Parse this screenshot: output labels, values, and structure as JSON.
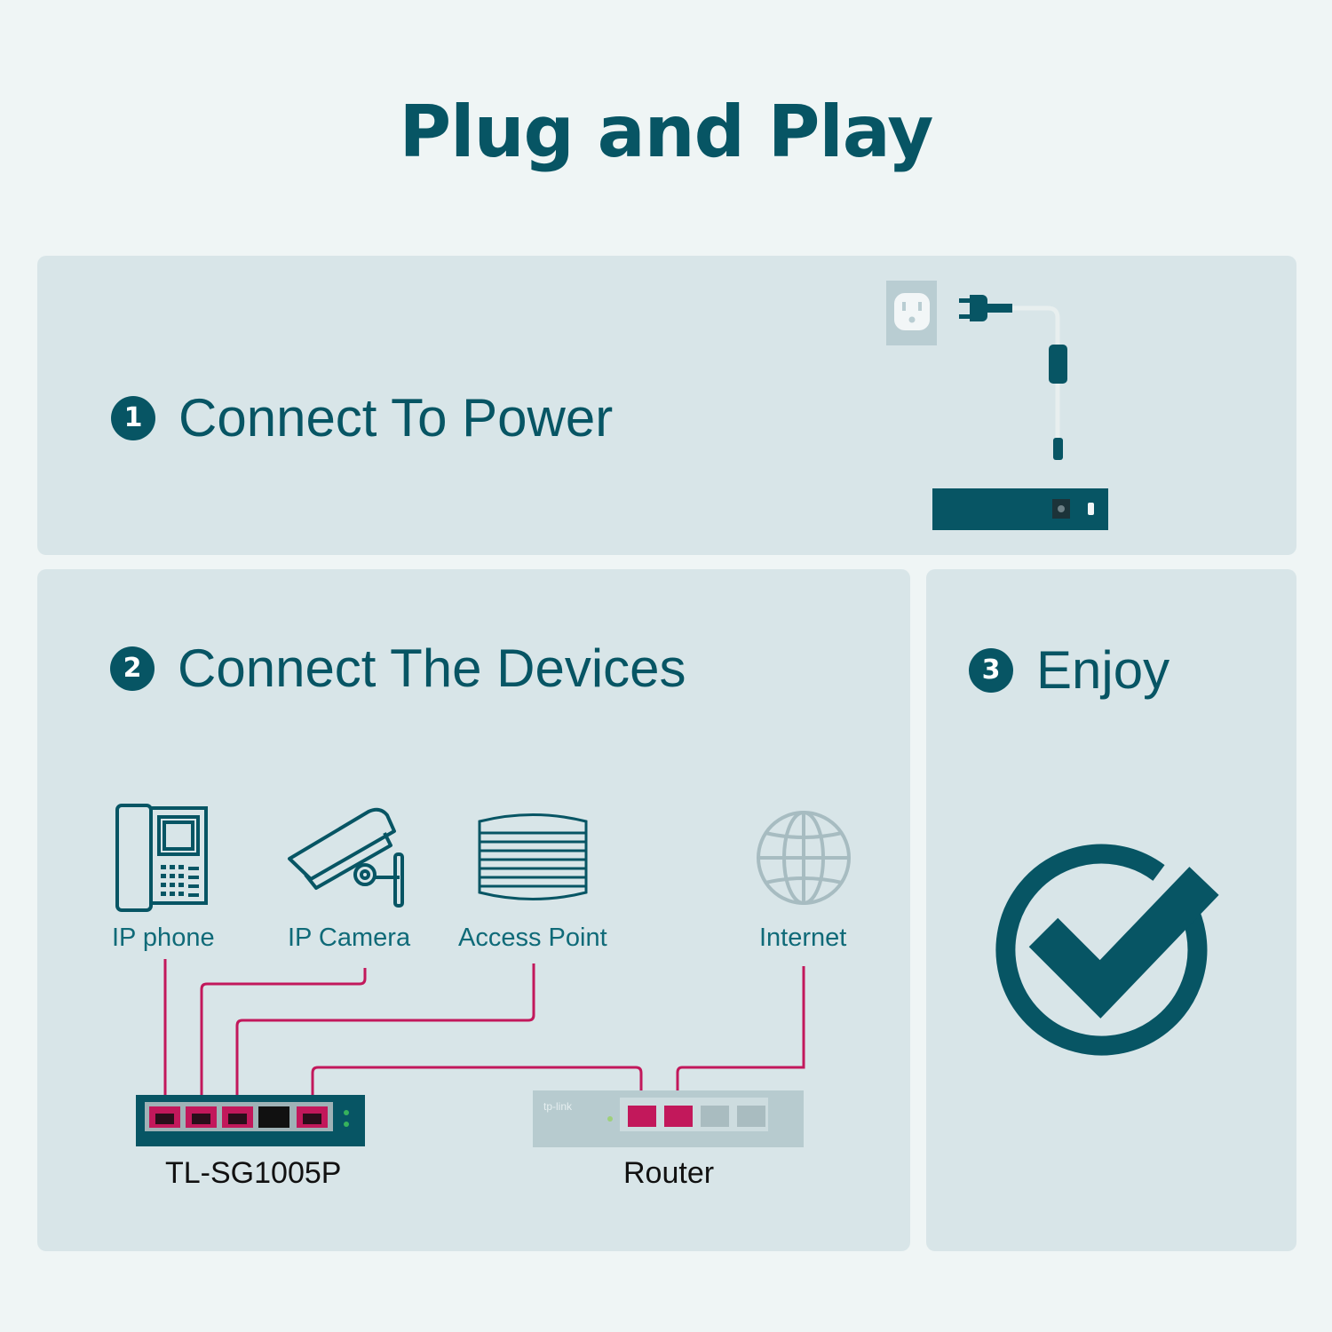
{
  "title": "Plug and Play",
  "steps": [
    {
      "number": "1",
      "label": "Connect To Power"
    },
    {
      "number": "2",
      "label": "Connect The Devices"
    },
    {
      "number": "3",
      "label": "Enjoy"
    }
  ],
  "devices": {
    "ip_phone": "IP phone",
    "ip_camera": "IP Camera",
    "access_point": "Access Point",
    "internet": "Internet"
  },
  "hardware": {
    "switch": "TL-SG1005P",
    "router": "Router",
    "router_brand": "tp-link"
  },
  "colors": {
    "primary": "#075564",
    "panel": "#d8e5e8",
    "background": "#eff5f5",
    "cable": "#c2185b"
  },
  "icons": [
    "power-outlet-icon",
    "power-adapter-icon",
    "ip-phone-icon",
    "ip-camera-icon",
    "access-point-icon",
    "globe-icon",
    "checkmark-icon"
  ]
}
